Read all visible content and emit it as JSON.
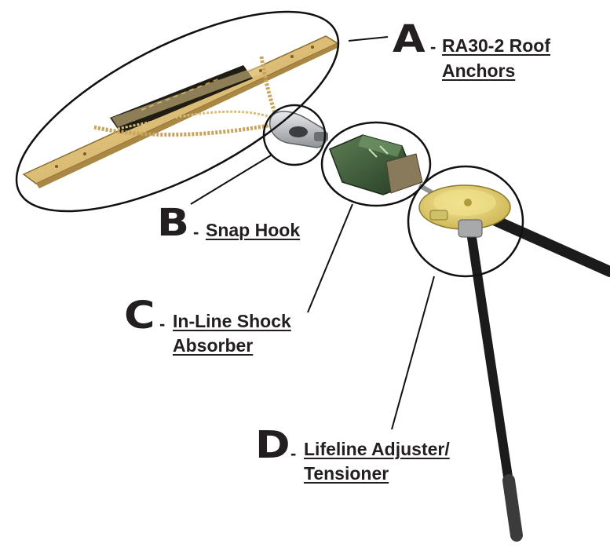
{
  "callouts": {
    "a": {
      "letter": "A",
      "sep": "-",
      "line1": "RA30-2 Roof",
      "line2": "Anchors"
    },
    "b": {
      "letter": "B",
      "sep": "-",
      "line1": "Snap Hook"
    },
    "c": {
      "letter": "C",
      "sep": "-",
      "line1": "In-Line Shock",
      "line2": "Absorber"
    },
    "d": {
      "letter": "D",
      "sep": "-",
      "line1": "Lifeline Adjuster/",
      "line2": "Tensioner"
    }
  },
  "colors": {
    "anchor_tan": "#e0c078",
    "anchor_label": "#1f1c14",
    "rope_gold": "#c8a45a",
    "absorber_green": "#3b5a35",
    "tensioner_yellow": "#e8d470",
    "lifeline_black": "#1b1b1b",
    "leader_line": "#111111"
  }
}
